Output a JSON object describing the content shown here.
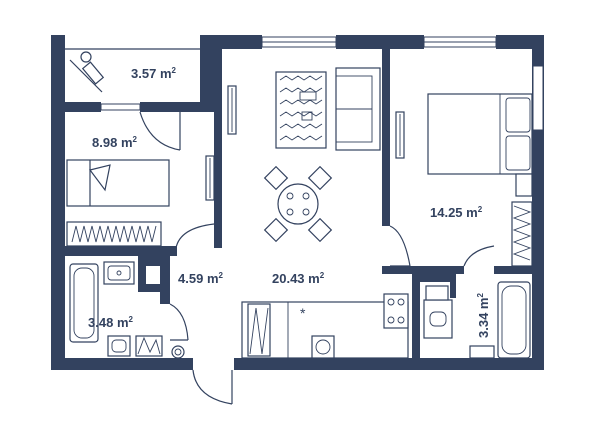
{
  "plan": {
    "colors": {
      "wall": "#33425f",
      "background": "#ffffff"
    },
    "rooms": [
      {
        "id": "balcony",
        "area": "3.57"
      },
      {
        "id": "bedroom-small",
        "area": "8.98"
      },
      {
        "id": "hallway",
        "area": "4.59"
      },
      {
        "id": "living-kitchen",
        "area": "20.43"
      },
      {
        "id": "bedroom-master",
        "area": "14.25"
      },
      {
        "id": "bathroom-left",
        "area": "3.48"
      },
      {
        "id": "bathroom-right",
        "area": "3.34"
      }
    ],
    "unit": "m",
    "unit_sup": "2"
  }
}
